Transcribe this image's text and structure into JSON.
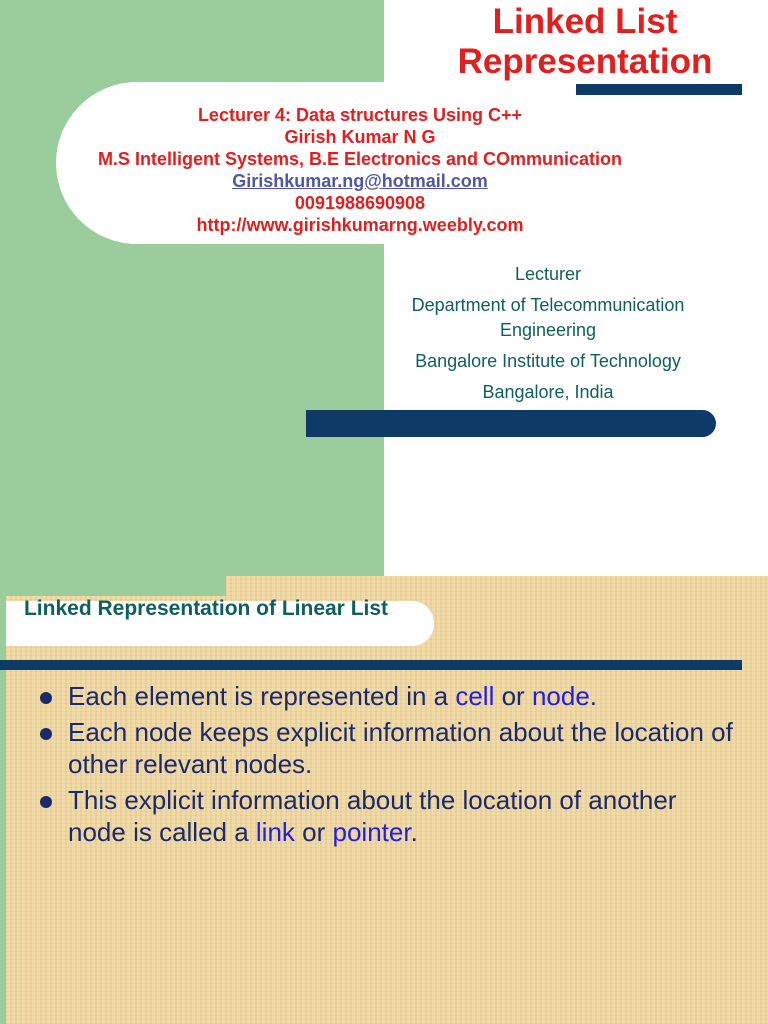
{
  "slide1": {
    "title": "Linked List Representation",
    "info": {
      "line1": "Lecturer 4: Data structures Using C++",
      "line2": "Girish Kumar N G",
      "line3": "M.S Intelligent Systems, B.E Electronics and COmmunication",
      "email": "Girishkumar.ng@hotmail.com",
      "phone": "0091988690908",
      "website": "http://www.girishkumarng.weebly.com"
    },
    "affiliation": {
      "role": "Lecturer",
      "department": "Department of Telecommunication Engineering",
      "institute": "Bangalore Institute of Technology",
      "location": "Bangalore, India"
    },
    "colors": {
      "title": "#e11f1f",
      "green_panel": "#9bcc9b",
      "bar": "#0d3a66",
      "affiliation_text": "#0f5f5f"
    }
  },
  "slide2": {
    "title": "Linked Representation of Linear List",
    "bullets": [
      {
        "before": "Each element is represented in a ",
        "term1": "cell",
        "middle": " or ",
        "term2": "node",
        "after": "."
      },
      {
        "text": "Each node keeps explicit information about the location of other relevant nodes."
      },
      {
        "before": "This explicit information about the location of another node is called a ",
        "term1": "link",
        "middle": " or ",
        "term2": "pointer",
        "after": "."
      }
    ],
    "colors": {
      "body_text": "#1a2a6a",
      "highlight": "#1f1fe0",
      "background": "#f0d9a5"
    }
  }
}
